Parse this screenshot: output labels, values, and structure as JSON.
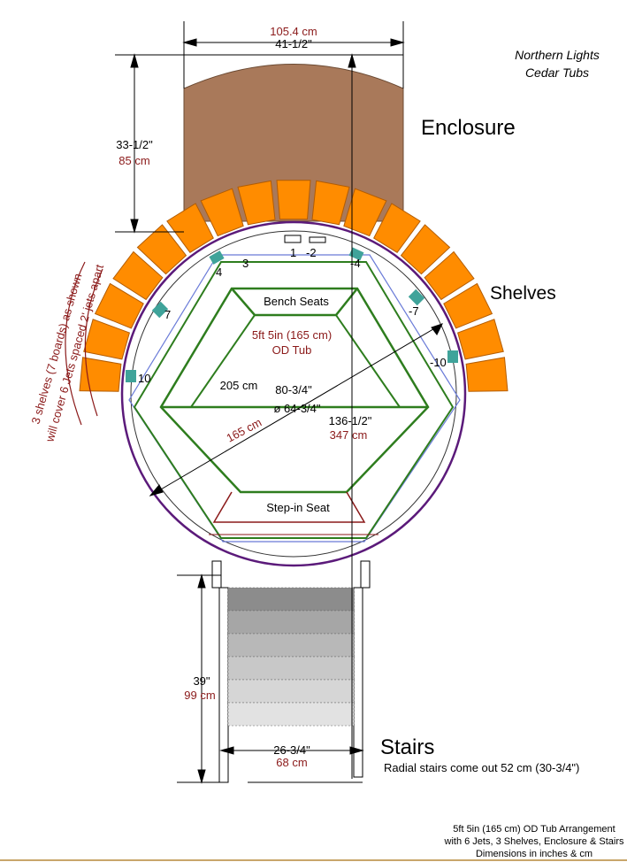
{
  "brand": {
    "line1": "Northern Lights",
    "line2": "Cedar Tubs"
  },
  "sections": {
    "enclosure": "Enclosure",
    "shelves": "Shelves",
    "stairs": "Stairs"
  },
  "dimensions": {
    "enclosure_width_cm": "105.4 cm",
    "enclosure_width_in": "41-1/2\"",
    "enclosure_depth_in": "33-1/2\"",
    "enclosure_depth_cm": "85 cm",
    "tub_cm": "205 cm",
    "tub_in": "80-3/4\"",
    "tub_dia": "ø 64-3/4\"",
    "diag_cm": "165 cm",
    "overall_in": "136-1/2\"",
    "overall_cm": "347 cm",
    "stairs_len_in": "39\"",
    "stairs_len_cm": "99 cm",
    "stairs_width_in": "26-3/4\"",
    "stairs_width_cm": "68 cm"
  },
  "tub": {
    "bench_seats": "Bench Seats",
    "size_line1": "5ft 5in (165 cm)",
    "size_line2": "OD Tub",
    "step_in_seat": "Step-in Seat"
  },
  "jets": [
    "1",
    "-2",
    "3",
    "4",
    "-4",
    "7",
    "-7",
    "-10",
    "10"
  ],
  "shelves_note": {
    "line1": "3 shelves (7 boards) as shown",
    "line2": "will cover 6 Jets spaced 2' jets apart"
  },
  "stairs_note": "Radial stairs come out 52 cm (30-3/4\")",
  "footer": {
    "line1": "5ft 5in (165 cm) OD Tub Arrangement",
    "line2": "with 6 Jets, 3 Shelves, Enclosure & Stairs",
    "line3": "Dimensions in inches & cm"
  },
  "colors": {
    "enclosure": "#a9795a",
    "shelf": "#ff8c00",
    "tub_ring": "#5b1a7a",
    "bench": "#2e7d1e",
    "jet": "#3fa39a",
    "accent_text": "#8b1a1a"
  }
}
